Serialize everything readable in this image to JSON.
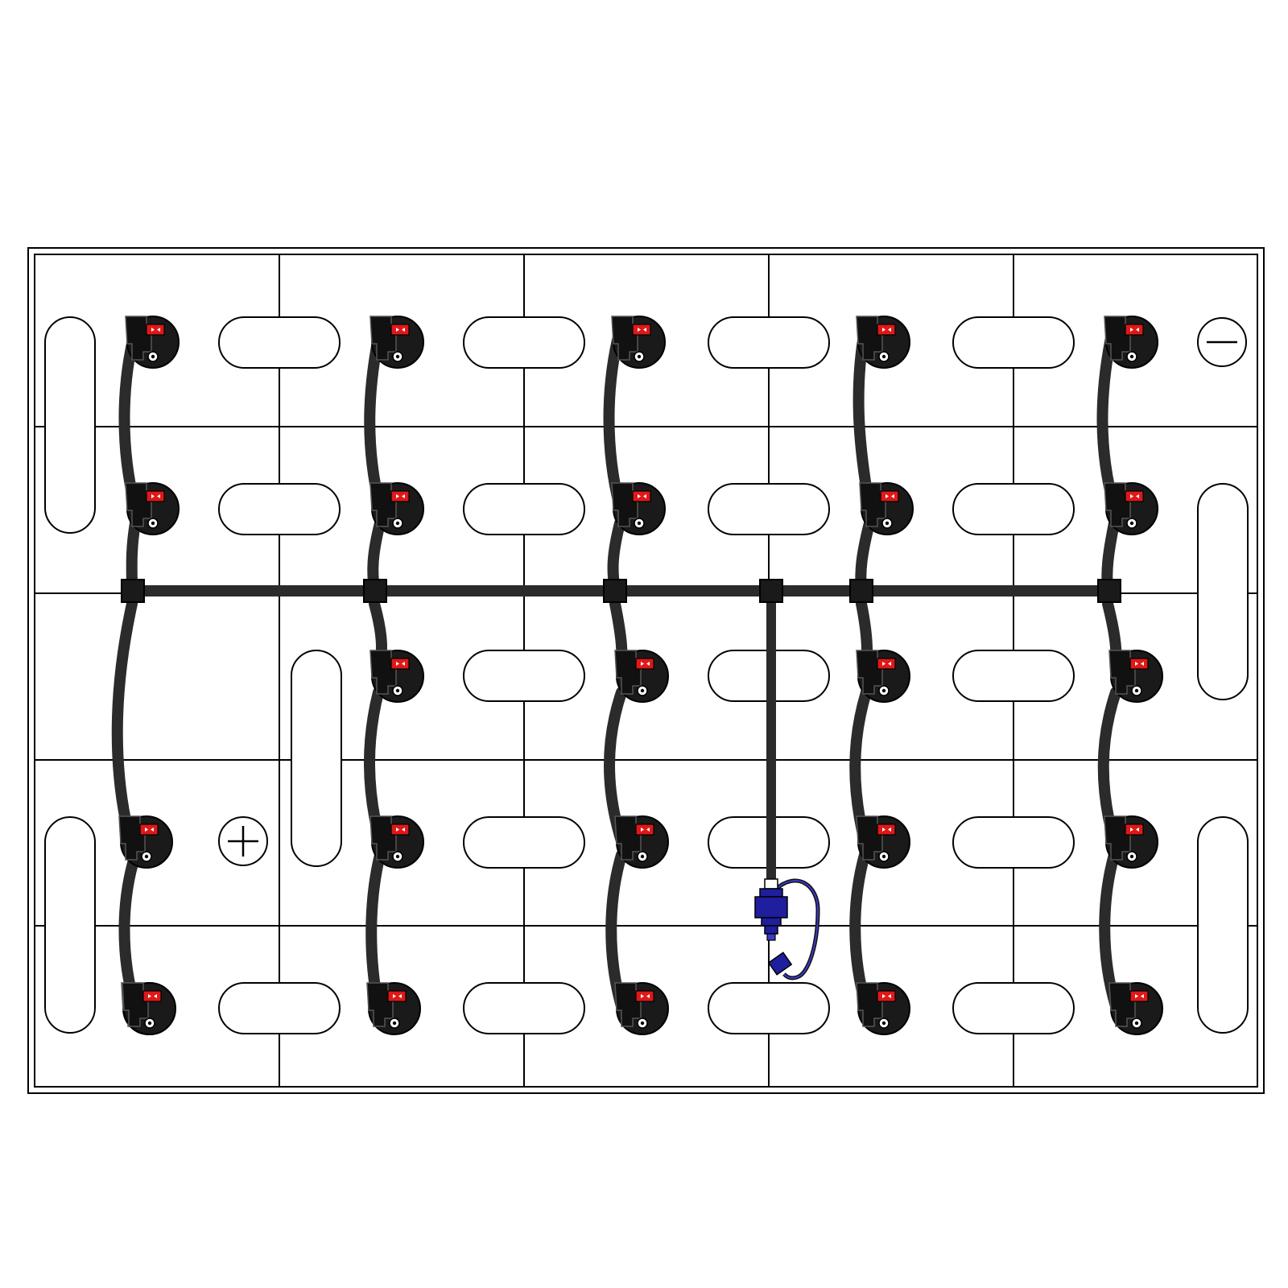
{
  "colors": {
    "background": "#ffffff",
    "outline": "#000000",
    "tube": "#2b2b2b",
    "plug": "#1a1a1a",
    "plug_indicator": "#e01818",
    "filler_valve": "#1e1e9e",
    "filler_valve_light": "#3a3ac8"
  },
  "battery": {
    "cell_grid": {
      "columns": 5,
      "rows": 5
    },
    "plug_columns": 6,
    "plug_rows": 5,
    "terminals": [
      {
        "polarity": "positive",
        "symbol": "plus-icon"
      },
      {
        "polarity": "negative",
        "symbol": "minus-icon"
      }
    ]
  },
  "watering_system": {
    "tube_count": 6,
    "manifold": "horizontal-main-line",
    "inlet": "filler-valve-with-dust-cap"
  }
}
